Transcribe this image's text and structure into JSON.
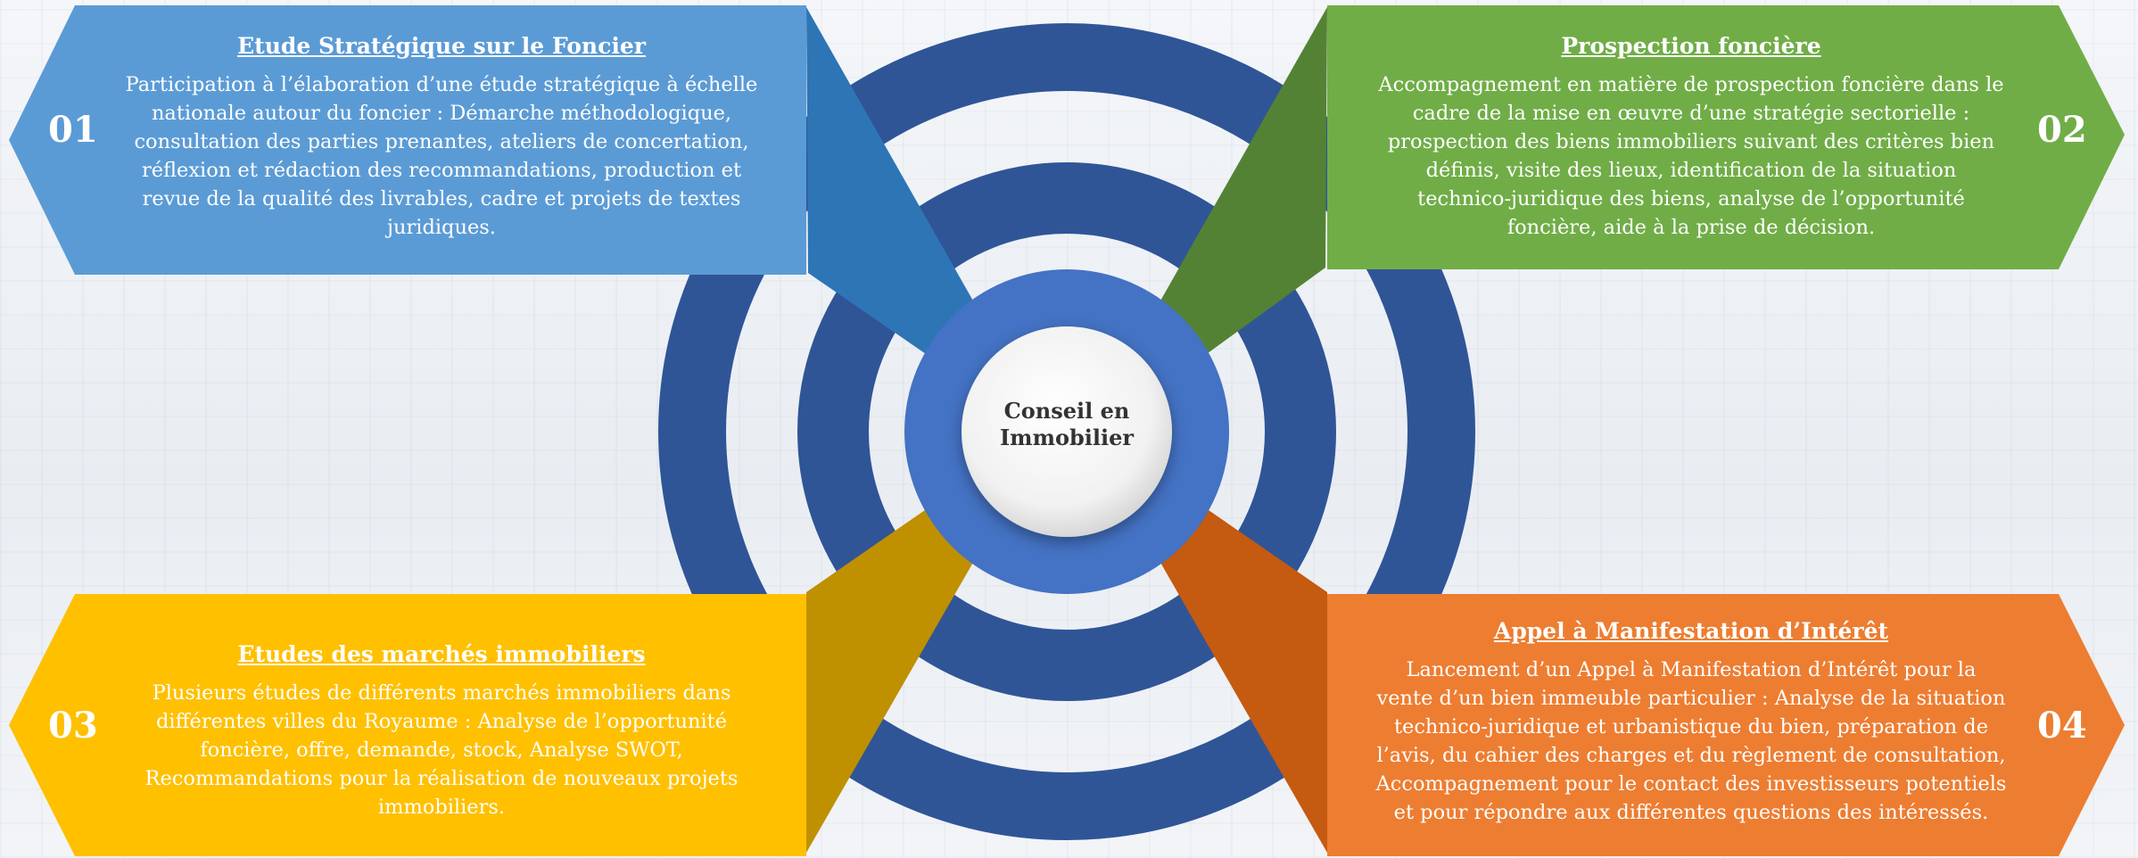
{
  "center": {
    "line1": "Conseil en",
    "line2": "Immobilier"
  },
  "colors": {
    "ring": "#2f5597",
    "inner_ring": "#4472c4",
    "blue": "#5b9bd5",
    "blue_dark": "#2e75b6",
    "green": "#70ad47",
    "green_dark": "#548235",
    "yellow": "#ffc000",
    "yellow_dark": "#bf9000",
    "orange": "#ed7d31",
    "orange_dark": "#c55a11"
  },
  "items": [
    {
      "number": "01",
      "title": "Etude Stratégique sur le Foncier",
      "lines": [
        "Participation à l’élaboration d’une étude stratégique à échelle",
        "nationale autour du foncier : Démarche méthodologique,",
        "consultation des parties prenantes, ateliers de concertation,",
        "réflexion et rédaction des recommandations, production et",
        "revue de la qualité des livrables, cadre et projets de textes",
        "juridiques."
      ]
    },
    {
      "number": "02",
      "title": "Prospection foncière",
      "lines": [
        "Accompagnement en matière de prospection foncière dans le",
        "cadre de la mise en œuvre d’une stratégie sectorielle :",
        "prospection des biens immobiliers suivant des critères bien",
        "définis, visite des lieux, identification de la situation",
        "technico-juridique des biens, analyse de l’opportunité",
        "foncière, aide à la prise de décision."
      ]
    },
    {
      "number": "03",
      "title": "Etudes des marchés immobiliers",
      "lines": [
        "Plusieurs études de différents marchés immobiliers dans",
        "différentes villes du Royaume : Analyse de l’opportunité",
        "foncière, offre, demande, stock, Analyse SWOT,",
        "Recommandations pour la réalisation de nouveaux projets",
        "immobiliers."
      ]
    },
    {
      "number": "04",
      "title": "Appel à Manifestation d’Intérêt",
      "lines": [
        "Lancement d’un Appel à Manifestation d’Intérêt pour la",
        "vente d’un bien immeuble particulier : Analyse de la situation",
        "technico-juridique et urbanistique du bien, préparation de",
        "l’avis, du cahier des charges et du règlement de consultation,",
        "Accompagnement pour le contact des investisseurs potentiels",
        "et pour répondre aux différentes questions des intéressés."
      ]
    }
  ]
}
